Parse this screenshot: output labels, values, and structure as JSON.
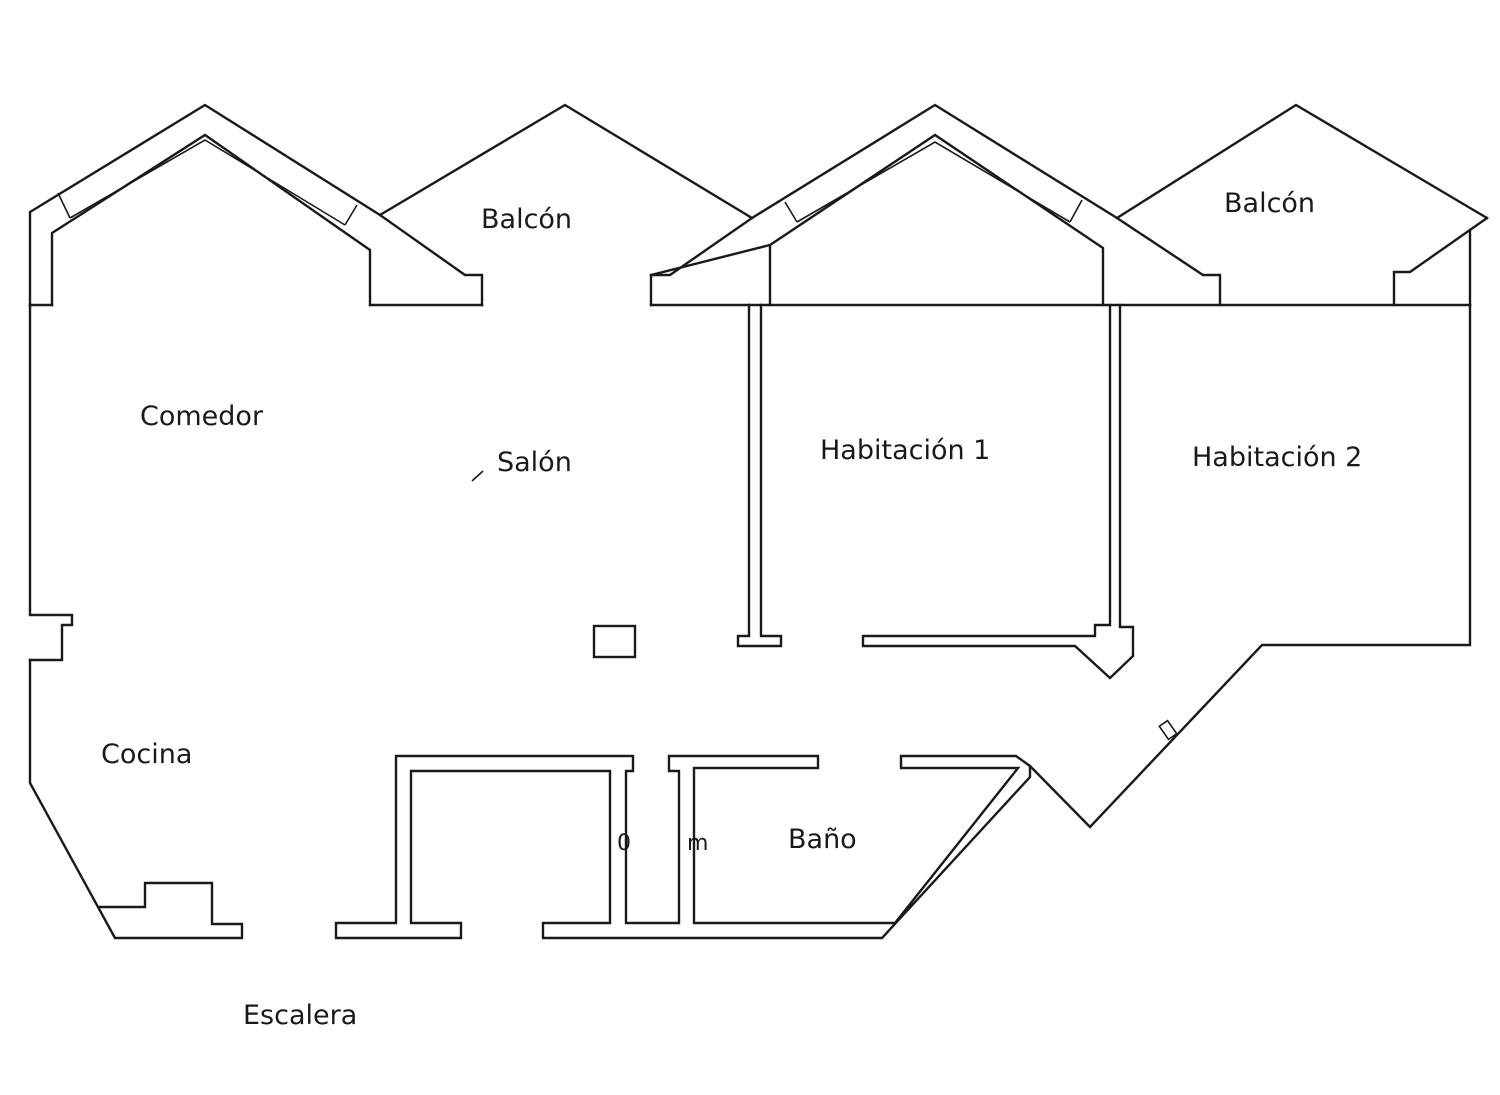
{
  "plan": {
    "rooms": {
      "balcon_left": "Balcón",
      "balcon_right": "Balcón",
      "comedor": "Comedor",
      "salon": "Salón",
      "habitacion_1": "Habitación 1",
      "habitacion_2": "Habitación 2",
      "cocina": "Cocina",
      "bano": "Baño",
      "escalera": "Escalera"
    },
    "marks": {
      "zero": "0",
      "m": "m"
    },
    "colors": {
      "line": "#1a1a1a",
      "background": "#ffffff"
    }
  }
}
